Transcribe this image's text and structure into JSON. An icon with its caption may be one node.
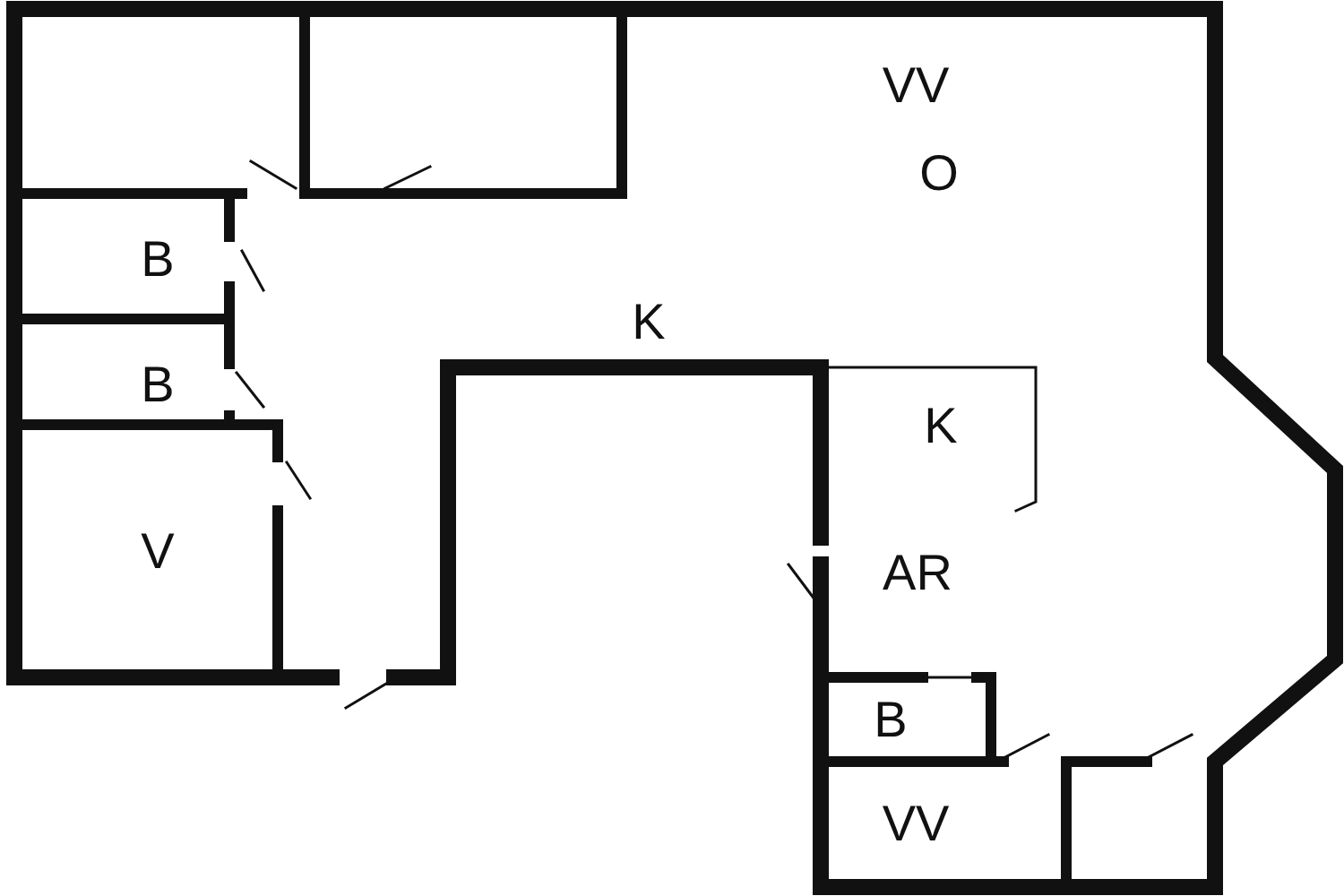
{
  "diagram": {
    "labels": [
      "VV",
      "O",
      "B",
      "K",
      "B",
      "K",
      "V",
      "AR",
      "B",
      "VV"
    ]
  }
}
